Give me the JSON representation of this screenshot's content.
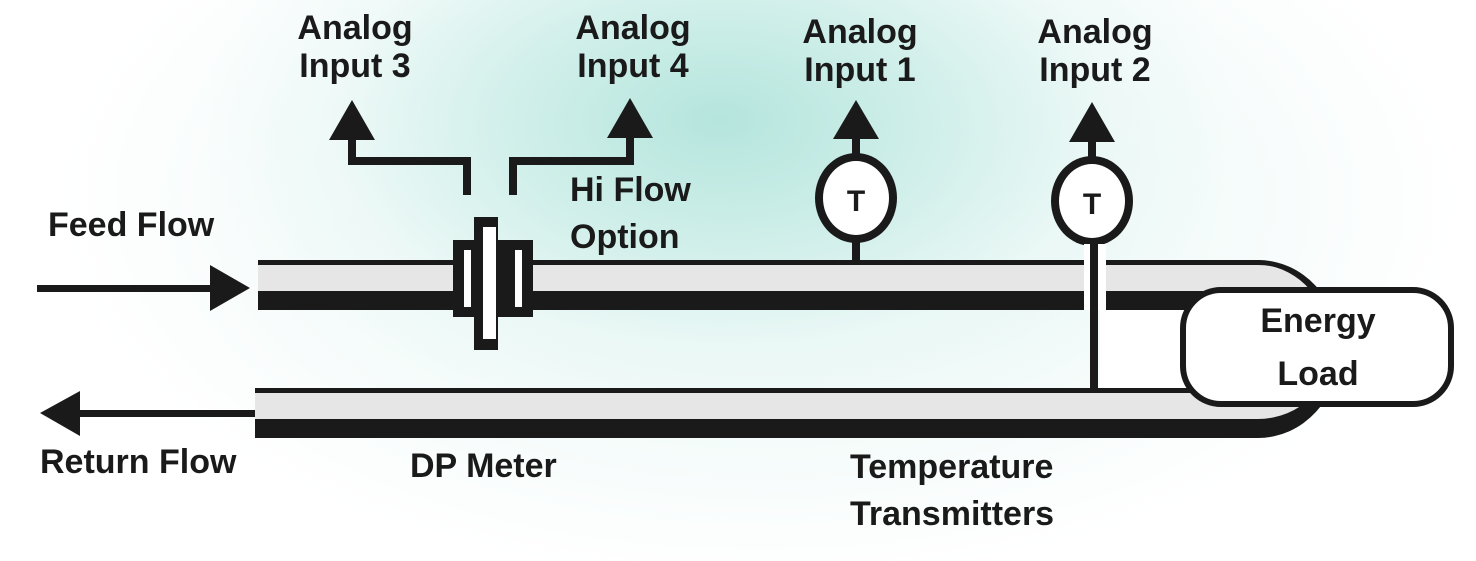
{
  "diagram": {
    "title": "Energy metering flow diagram",
    "colors": {
      "ink": "#1a1a1a",
      "pipe_fill": "#e6e6e6",
      "background_accent": "#b2e4dc"
    },
    "labels": {
      "feed_flow": "Feed Flow",
      "return_flow": "Return Flow",
      "dp_meter": "DP Meter",
      "hi_flow_line1": "Hi Flow",
      "hi_flow_line2": "Option",
      "temp_line1": "Temperature",
      "temp_line2": "Transmitters",
      "energy_line1": "Energy",
      "energy_line2": "Load"
    },
    "analog_inputs": [
      {
        "line1": "Analog",
        "line2": "Input 3"
      },
      {
        "line1": "Analog",
        "line2": "Input 4"
      },
      {
        "line1": "Analog",
        "line2": "Input 1"
      },
      {
        "line1": "Analog",
        "line2": "Input 2"
      }
    ],
    "transmitters": [
      {
        "symbol": "T"
      },
      {
        "symbol": "T"
      }
    ]
  }
}
